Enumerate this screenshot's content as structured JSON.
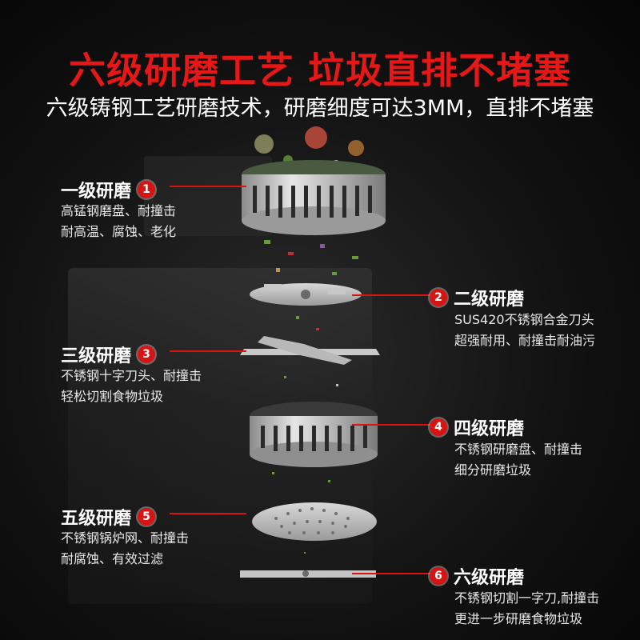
{
  "title": "六级研磨工艺 垃圾直排不堵塞",
  "subtitle": "六级铸钢工艺研磨技术，研磨细度可达3MM，直排不堵塞",
  "accent_color": "#d71414",
  "stages": [
    {
      "num": "1",
      "name": "一级研磨",
      "line1": "高锰钢磨盘、耐撞击",
      "line2": "耐高温、腐蚀、老化"
    },
    {
      "num": "2",
      "name": "二级研磨",
      "line1": "SUS420不锈钢合金刀头",
      "line2": "超强耐用、耐撞击耐油污"
    },
    {
      "num": "3",
      "name": "三级研磨",
      "line1": "不锈钢十字刀头、耐撞击",
      "line2": "轻松切割食物垃圾"
    },
    {
      "num": "4",
      "name": "四级研磨",
      "line1": "不锈钢研磨盘、耐撞击",
      "line2": "细分研磨垃圾"
    },
    {
      "num": "5",
      "name": "五级研磨",
      "line1": "不锈钢锅炉网、耐撞击",
      "line2": "耐腐蚀、有效过滤"
    },
    {
      "num": "6",
      "name": "六级研磨",
      "line1": "不锈钢切割一字刀,耐撞击",
      "line2": "更进一步研磨食物垃圾"
    }
  ]
}
